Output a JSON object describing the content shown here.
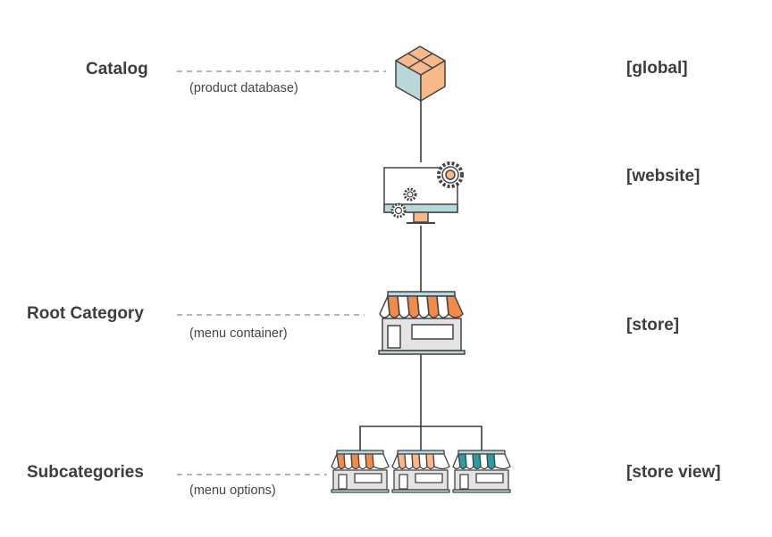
{
  "levels": {
    "catalog": {
      "label": "Catalog",
      "note": "(product database)",
      "scope": "[global]",
      "icon": "box-icon"
    },
    "website": {
      "label": "",
      "note": "",
      "scope": "[website]",
      "icon": "monitor-gears-icon"
    },
    "root": {
      "label": "Root Category",
      "note": "(menu container)",
      "scope": "[store]",
      "icon": "store-icon"
    },
    "sub": {
      "label": "Subcategories",
      "note": "(menu options)",
      "scope": "[store view]",
      "icon": "store-icon"
    }
  },
  "colors": {
    "line": "#3b3b3b",
    "dash": "#8a8a8a",
    "orange": "#f28a4c",
    "peach": "#f7b98c",
    "teal": "#b9d7d8",
    "teal_dark": "#2f9aa0",
    "store_body": "#e4e4e4",
    "outline": "#444444"
  }
}
